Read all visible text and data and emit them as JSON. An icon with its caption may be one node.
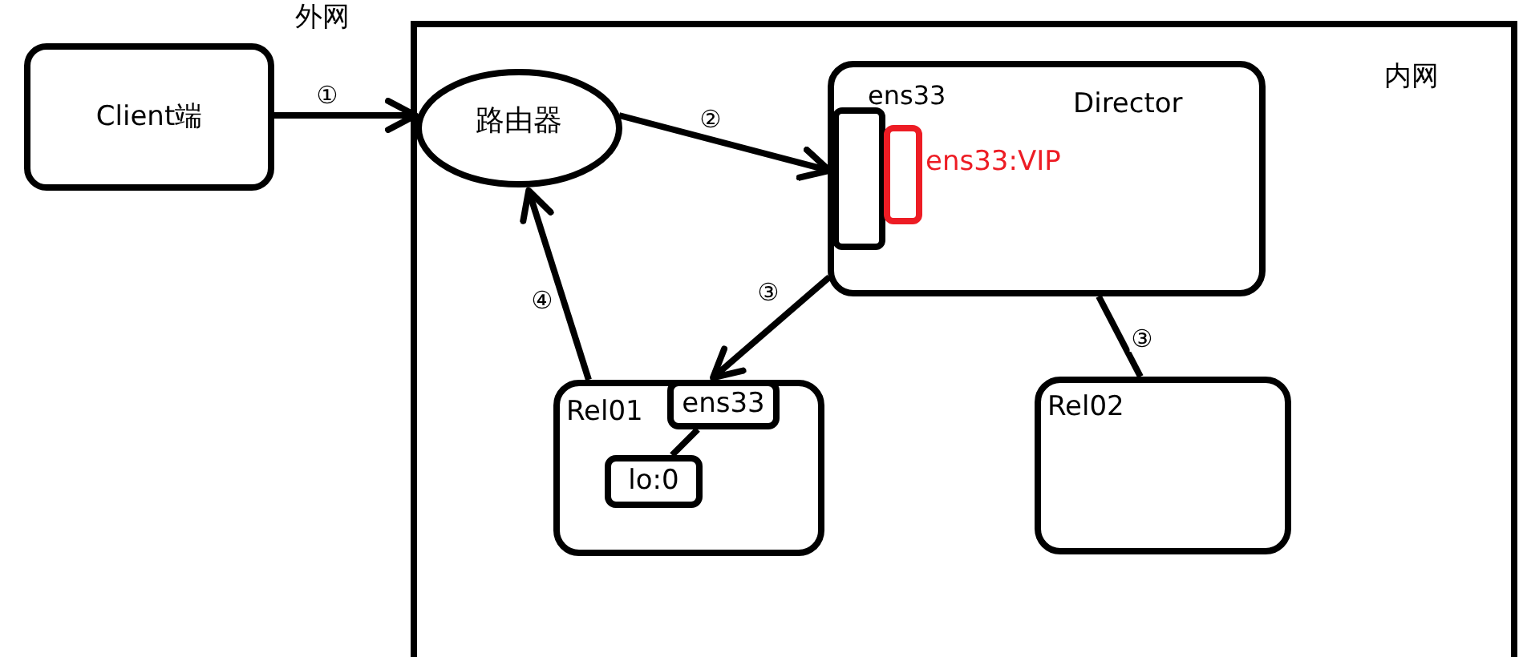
{
  "diagram": {
    "nodes": [
      {
        "text": [
          "内网"
        ]
      },
      {
        "text": [
          "Client端"
        ]
      },
      {
        "text": [
          "路由器"
        ],
        "in": 0
      },
      {
        "text": [
          "Director"
        ],
        "in": 0
      },
      {
        "text": [
          "ens33"
        ],
        "in": 3
      },
      {
        "text": [],
        "shape": "box",
        "beside": [
          "ens33:VIP"
        ],
        "in": 3
      },
      {
        "text": [
          "Rel01"
        ],
        "in": 0
      },
      {
        "text": [
          "ens33"
        ],
        "in": 6
      },
      {
        "text": [
          "lo:0"
        ],
        "in": 6
      },
      {
        "text": [
          "Rel02"
        ],
        "in": 0
      }
    ],
    "edges": [
      {
        "from": 1,
        "to": 2,
        "arrow": "to",
        "label": "①"
      },
      {
        "from": 2,
        "to": 4,
        "arrow": "to",
        "label": "②"
      },
      {
        "from": 3,
        "to": 7,
        "arrow": "to",
        "label": "③"
      },
      {
        "from": 3,
        "to": 9,
        "arrow": "none",
        "label": "③"
      },
      {
        "from": 6,
        "to": 2,
        "arrow": "to",
        "label": "④"
      },
      {
        "from": 7,
        "to": 8,
        "arrow": "none"
      }
    ],
    "labels": [
      "外网"
    ]
  }
}
